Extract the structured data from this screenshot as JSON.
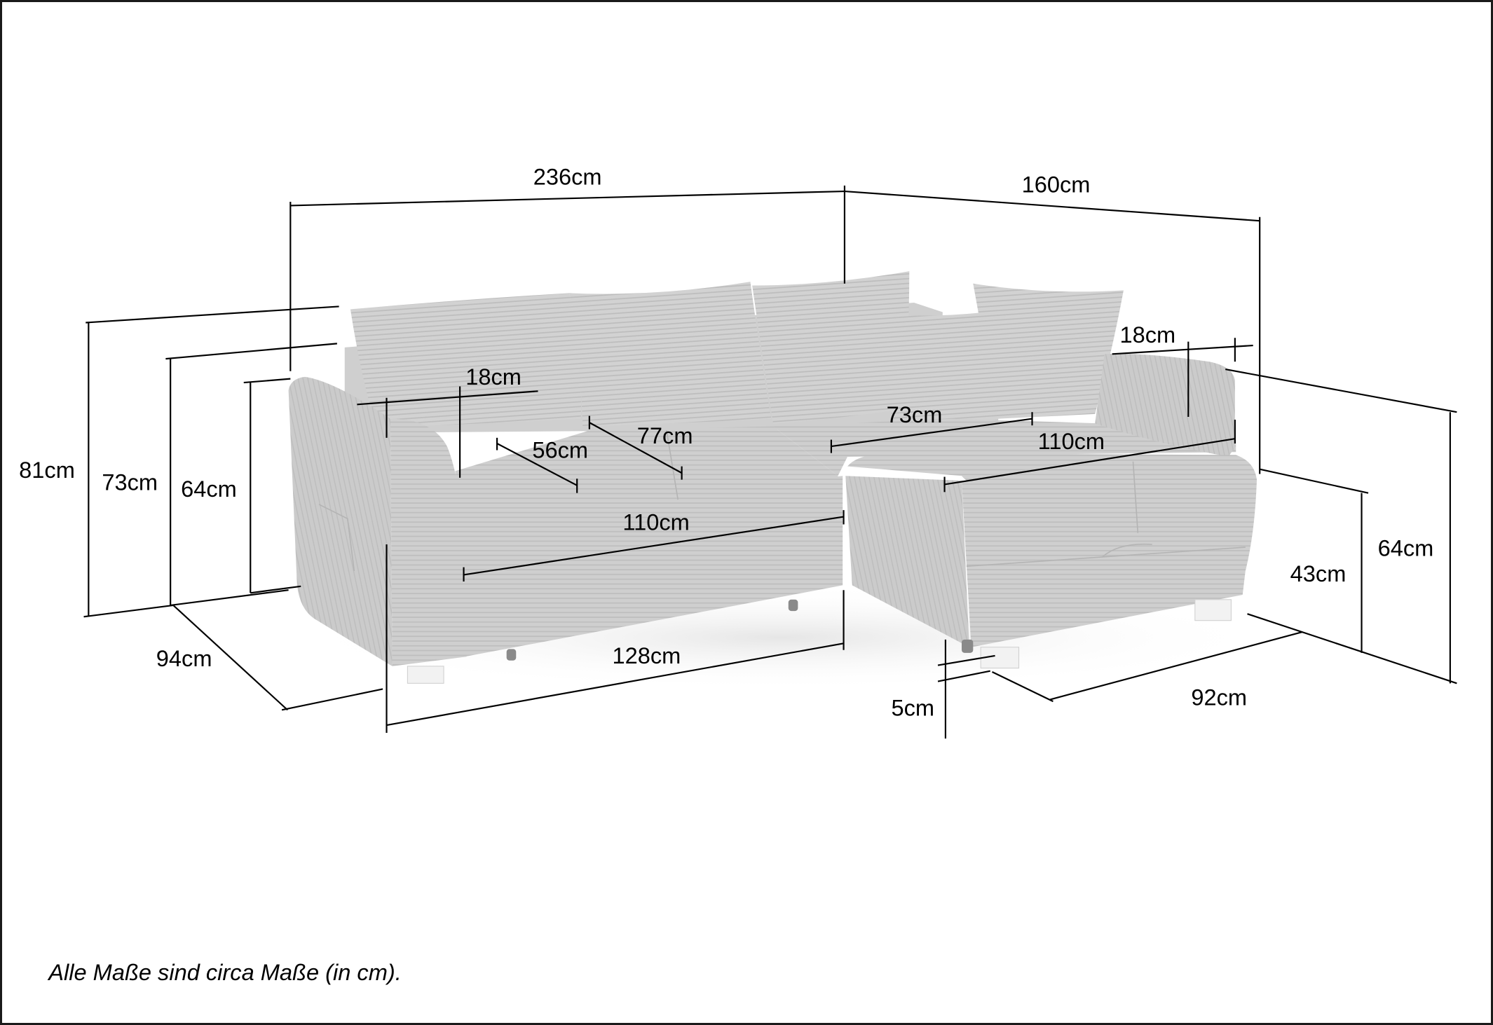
{
  "diagram": {
    "subject": "corner sofa with chaise (recamiere)",
    "background_color": "#ffffff",
    "sofa_color": "#cfcfcf",
    "line_color": "#000000",
    "dimensions": {
      "total_width": "236cm",
      "chaise_length": "160cm",
      "total_height": "81cm",
      "back_height": "73cm",
      "armrest_height_left": "64cm",
      "depth": "94cm",
      "armrest_width_left": "18cm",
      "seat_depth": "56cm",
      "seat_depth_with_back": "77cm",
      "seat_width": "110cm",
      "front_width": "128cm",
      "chaise_seat_depth": "73cm",
      "chaise_seat_length": "110cm",
      "armrest_width_right": "18cm",
      "chaise_seat_height": "43cm",
      "armrest_height_right": "64cm",
      "chaise_width": "92cm",
      "leg_height": "5cm"
    },
    "footnote": "Alle Maße sind circa Maße (in cm)."
  }
}
